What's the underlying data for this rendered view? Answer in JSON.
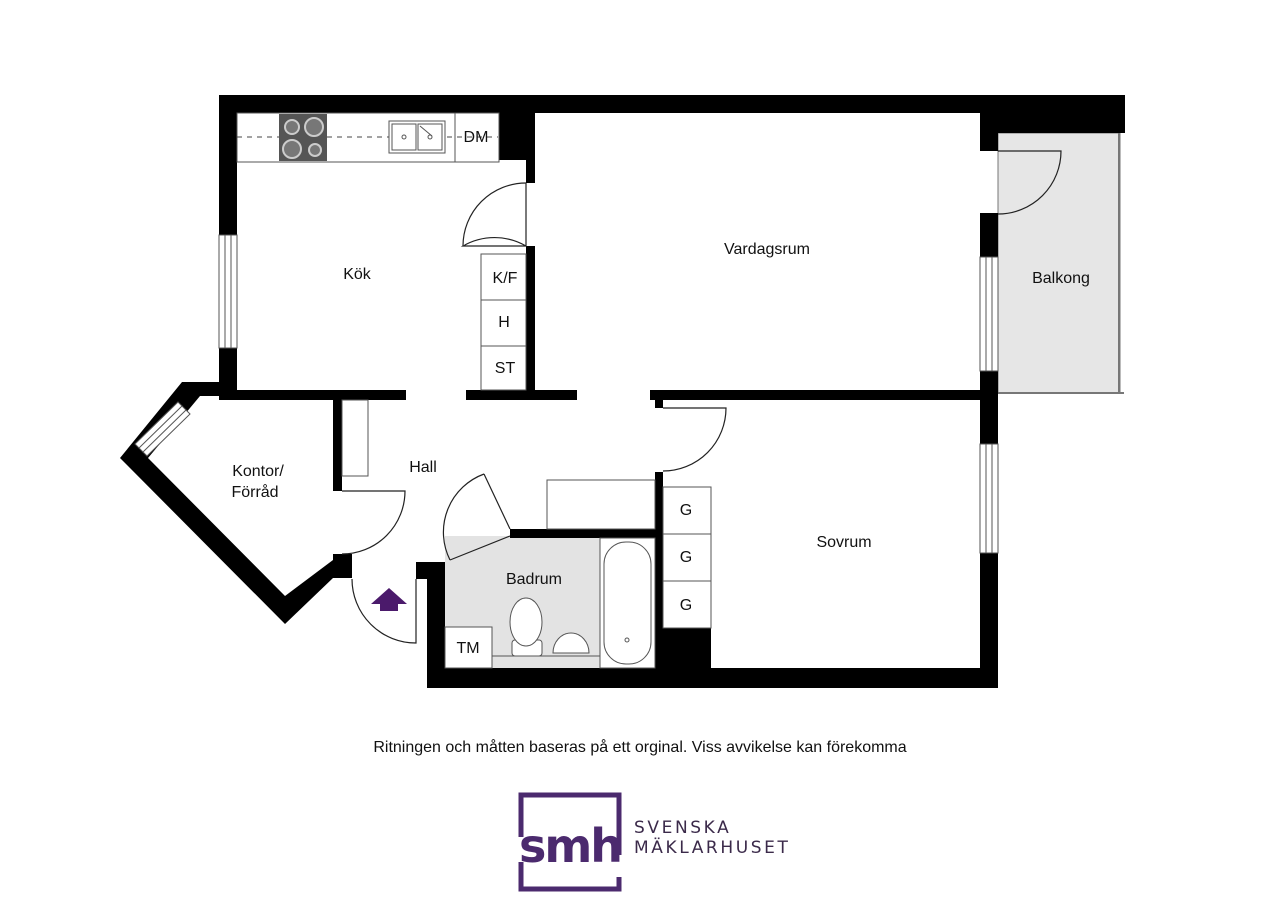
{
  "rooms": {
    "kok": "Kök",
    "vardagsrum": "Vardagsrum",
    "balkong": "Balkong",
    "kontor_line1": "Kontor/",
    "kontor_line2": "Förråd",
    "hall": "Hall",
    "badrum": "Badrum",
    "sovrum": "Sovrum"
  },
  "fixtures": {
    "dishwasher": "DM",
    "fridge_freezer": "K/F",
    "h": "H",
    "st": "ST",
    "wardrobe_1": "G",
    "wardrobe_2": "G",
    "wardrobe_3": "G",
    "washer": "TM"
  },
  "footer": {
    "disclaimer": "Ritningen och måtten baseras på ett orginal. Viss avvikelse kan förekomma"
  },
  "logo": {
    "mark": "smh",
    "line1": "SVENSKA",
    "line2": "MÄKLARHUSET"
  },
  "colors": {
    "wall": "#000000",
    "balcony_fill": "#e6e6e6",
    "bath_fill": "#e3e3e3",
    "entrance_arrow": "#4b1a6b",
    "brand": "#4b2a6e"
  }
}
